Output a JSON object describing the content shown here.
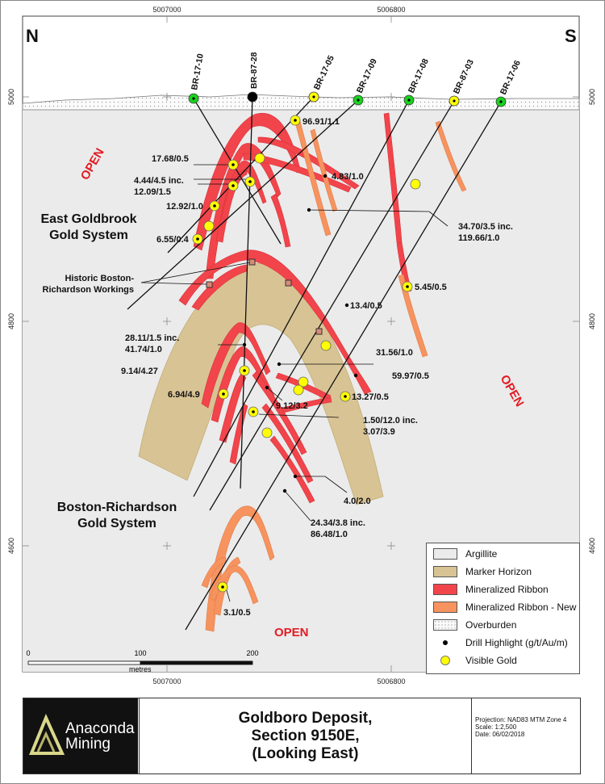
{
  "map": {
    "north_label": "N",
    "south_label": "S",
    "easting_labels": [
      "5007000",
      "5006800"
    ],
    "elevation_labels": [
      "5000",
      "4800",
      "4600"
    ],
    "open_label": "OPEN",
    "system_labels": {
      "east_goldbrook": [
        "East Goldbrook",
        "Gold System"
      ],
      "boston_richardson": [
        "Boston-Richardson",
        "Gold System"
      ]
    },
    "workings_label": [
      "Historic Boston-",
      "Richardson Workings"
    ],
    "drill_holes": [
      "BR-17-10",
      "BR-87-28",
      "BR-17-05",
      "BR-17-09",
      "BR-17-08",
      "BR-87-03",
      "BR-17-06"
    ],
    "intercepts": [
      "96.91/1.1",
      "17.68/0.5",
      "4.83/1.0",
      "4.44/4.5 inc.",
      "12.09/1.5",
      "12.92/1.0",
      "6.55/0.4",
      "34.70/3.5 inc.",
      "119.66/1.0",
      "5.45/0.5",
      "13.4/0.5",
      "28.11/1.5 inc.",
      "41.74/1.0",
      "31.56/1.0",
      "9.14/4.27",
      "59.97/0.5",
      "6.94/4.9",
      "13.27/0.5",
      "9.12/3.2",
      "1.50/12.0 inc.",
      "3.07/3.9",
      "4.0/2.0",
      "24.34/3.8 inc.",
      "86.48/1.0",
      "3.1/0.5"
    ],
    "scale_bar": {
      "ticks": [
        "0",
        "100",
        "200"
      ],
      "unit": "metres"
    },
    "colors": {
      "argillite": "#ebebeb",
      "marker_horizon": "#d8c394",
      "mineralized_ribbon": "#f2444b",
      "mineralized_ribbon_new": "#f7935f",
      "visible_gold": "#ffff00",
      "drill_hole_collar": "#19d21e"
    }
  },
  "legend": {
    "items": [
      "Argillite",
      "Marker Horizon",
      "Mineralized Ribbon",
      "Mineralized Ribbon - New",
      "Overburden",
      "Drill Highlight (g/t/Au/m)",
      "Visible Gold"
    ]
  },
  "title_block": {
    "brand": [
      "Anaconda",
      "Mining"
    ],
    "title": [
      "Goldboro Deposit,",
      "Section 9150E,",
      "(Looking East)"
    ],
    "projection": "Projection: NAD83 MTM Zone 4",
    "scale": "Scale: 1:2,500",
    "date": "Date: 06/02/2018"
  }
}
